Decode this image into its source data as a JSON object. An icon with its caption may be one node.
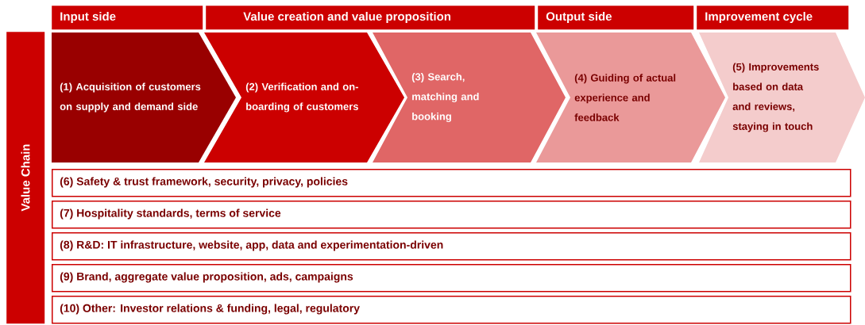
{
  "diagram": {
    "nodes": [
      {
        "text": [
          "Input side"
        ]
      },
      {
        "text": [
          "Value creation and value proposition"
        ]
      },
      {
        "text": [
          "Output side"
        ]
      },
      {
        "text": [
          "Improvement cycle"
        ]
      },
      {
        "text": [
          "Value Chain"
        ]
      },
      {
        "text": [
          "(1) Acquisition of customers on supply and demand side"
        ]
      },
      {
        "text": [
          "(2) Verification and on-boarding of customers"
        ]
      },
      {
        "text": [
          "(3) Search, matching and booking"
        ]
      },
      {
        "text": [
          "(4) Guiding of actual experience and feedback"
        ]
      },
      {
        "text": [
          "(5) Improvements based on data and reviews, staying in touch"
        ]
      },
      {
        "text": [
          "(6) Safety & trust framework, security, privacy, policies"
        ]
      },
      {
        "text": [
          "(7) Hospitality standards, terms of service"
        ]
      },
      {
        "text": [
          "(8) R&D: IT infrastructure, website, app, data and experimentation-driven"
        ]
      },
      {
        "text": [
          "(9) Brand, aggregate value proposition, ads, campaigns"
        ]
      },
      {
        "text": [
          "(10) Other: Investor relations & funding, legal, regulatory"
        ]
      }
    ]
  }
}
